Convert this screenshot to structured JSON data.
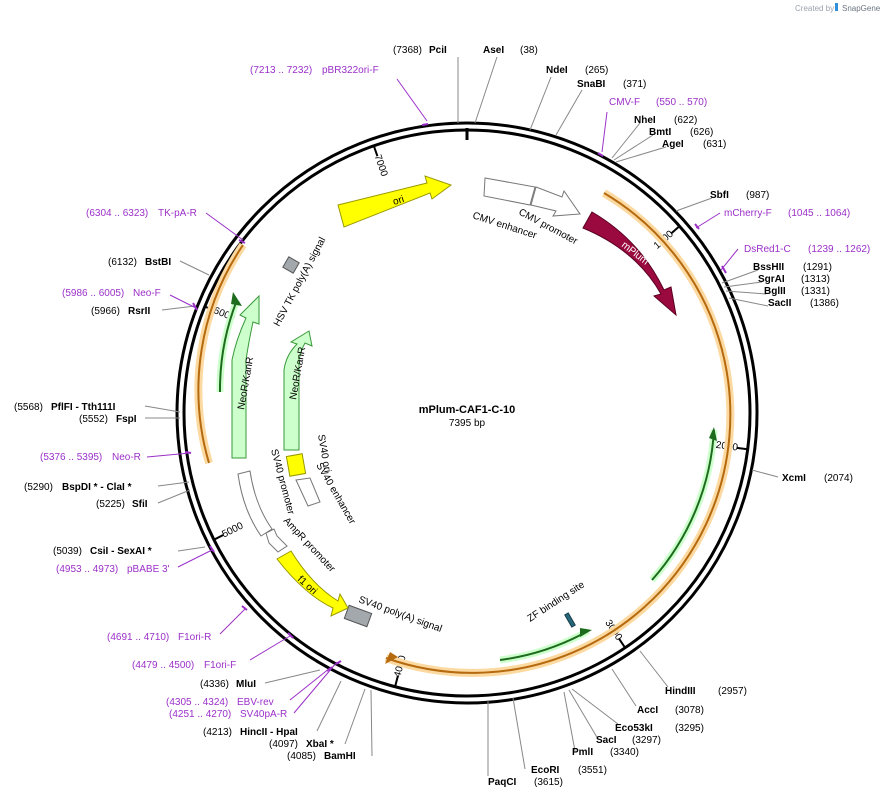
{
  "credit": {
    "prefix": "Created by",
    "brand": "SnapGene"
  },
  "plasmid": {
    "name": "mPlum-CAF1-C-10",
    "length_label": "7395 bp",
    "length": 7395
  },
  "ticks": [
    {
      "pos": 1000,
      "label": "1000"
    },
    {
      "pos": 2000,
      "label": "2000"
    },
    {
      "pos": 3000,
      "label": "3000"
    },
    {
      "pos": 4000,
      "label": "4000"
    },
    {
      "pos": 5000,
      "label": "5000"
    },
    {
      "pos": 6000,
      "label": "6000"
    },
    {
      "pos": 7000,
      "label": "7000"
    }
  ],
  "features": [
    {
      "label": "CMV enhancer",
      "color": "#ffffff",
      "stroke": "#777777"
    },
    {
      "label": "CMV promoter",
      "color": "#ffffff",
      "stroke": "#777777"
    },
    {
      "label": "mPlum",
      "color": "#9b0a3f",
      "stroke": "#5a0022",
      "text_color": "#ffffff"
    },
    {
      "label": "ZF binding site",
      "color": "#27677a"
    },
    {
      "label": "SV40 poly(A) signal",
      "color": "#a3a8ad"
    },
    {
      "label": "f1 ori",
      "color": "#ffff00"
    },
    {
      "label": "AmpR promoter",
      "color": "#ffffff",
      "stroke": "#777777"
    },
    {
      "label": "SV40 promoter",
      "color": "#ffffff",
      "stroke": "#777777"
    },
    {
      "label": "SV40 enhancer",
      "color": "#ffffff",
      "stroke": "#777777"
    },
    {
      "label": "SV40 ori",
      "color": "#ffff00"
    },
    {
      "label": "NeoR/KanR",
      "color": "#ccffcc",
      "stroke": "#3a9a3a"
    },
    {
      "label": "NeoR/KanR",
      "color": "#ccffcc",
      "stroke": "#3a9a3a"
    },
    {
      "label": "HSV TK poly(A) signal",
      "color": "#a3a8ad"
    },
    {
      "label": "ori",
      "color": "#ffff00",
      "stroke": "#999900"
    }
  ],
  "sites": [
    {
      "name": "PciI",
      "pos": "(7368)"
    },
    {
      "name": "AseI",
      "pos": "(38)"
    },
    {
      "name": "NdeI",
      "pos": "(265)"
    },
    {
      "name": "SnaBI",
      "pos": "(371)"
    },
    {
      "name": "NheI",
      "pos": "(622)"
    },
    {
      "name": "BmtI",
      "pos": "(626)"
    },
    {
      "name": "AgeI",
      "pos": "(631)"
    },
    {
      "name": "SbfI",
      "pos": "(987)"
    },
    {
      "name": "BssHII",
      "pos": "(1291)"
    },
    {
      "name": "SgrAI",
      "pos": "(1313)"
    },
    {
      "name": "BglII",
      "pos": "(1331)"
    },
    {
      "name": "SacII",
      "pos": "(1386)"
    },
    {
      "name": "XcmI",
      "pos": "(2074)"
    },
    {
      "name": "HindIII",
      "pos": "(2957)"
    },
    {
      "name": "AccI",
      "pos": "(3078)"
    },
    {
      "name": "Eco53kI",
      "pos": "(3295)"
    },
    {
      "name": "SacI",
      "pos": "(3297)"
    },
    {
      "name": "PmlI",
      "pos": "(3340)"
    },
    {
      "name": "EcoRI",
      "pos": "(3551)"
    },
    {
      "name": "PaqCI",
      "pos": "(3615)"
    },
    {
      "name": "BamHI",
      "pos": "(4085)"
    },
    {
      "name": "XbaI *",
      "pos": "(4097)"
    },
    {
      "name": "HincII  -  HpaI",
      "pos": "(4213)"
    },
    {
      "name": "MluI",
      "pos": "(4336)"
    },
    {
      "name": "CsiI   -  SexAI *",
      "pos": "(5039)"
    },
    {
      "name": "SfiI",
      "pos": "(5225)"
    },
    {
      "name": "BspDI *  -  ClaI *",
      "pos": "(5290)"
    },
    {
      "name": "FspI",
      "pos": "(5552)"
    },
    {
      "name": "PflFI   -  Tth111I",
      "pos": "(5568)"
    },
    {
      "name": "RsrII",
      "pos": "(5966)"
    },
    {
      "name": "BstBI",
      "pos": "(6132)"
    }
  ],
  "primers": [
    {
      "name": "pBR322ori-F",
      "range": "(7213 .. 7232)"
    },
    {
      "name": "CMV-F",
      "range": "(550 .. 570)"
    },
    {
      "name": "mCherry-F",
      "range": "(1045 .. 1064)"
    },
    {
      "name": "DsRed1-C",
      "range": "(1239 .. 1262)"
    },
    {
      "name": "EBV-rev",
      "range": "(4305 .. 4324)"
    },
    {
      "name": "SV40pA-R",
      "range": "(4251 .. 4270)"
    },
    {
      "name": "F1ori-F",
      "range": "(4479 .. 4500)"
    },
    {
      "name": "F1ori-R",
      "range": "(4691 .. 4710)"
    },
    {
      "name": "pBABE 3'",
      "range": "(4953 .. 4973)"
    },
    {
      "name": "Neo-R",
      "range": "(5376 .. 5395)"
    },
    {
      "name": "Neo-F",
      "range": "(5986 .. 6005)"
    },
    {
      "name": "TK-pA-R",
      "range": "(6304 .. 6323)"
    }
  ]
}
